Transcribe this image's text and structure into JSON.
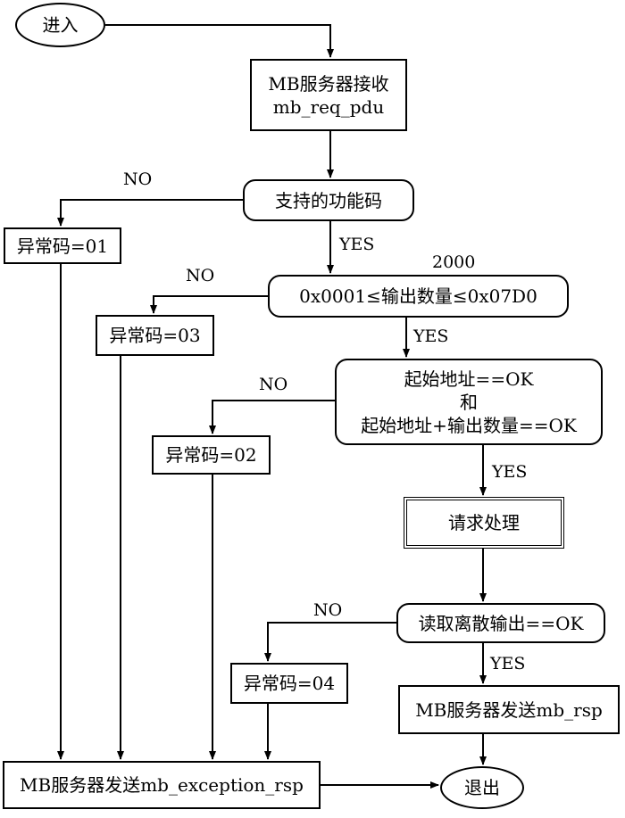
{
  "nodes": {
    "enter": "进入",
    "receive": {
      "line1": "MB服务器接收",
      "line2": "mb_req_pdu"
    },
    "supported": "支持的功能码",
    "err01": "异常码=01",
    "range_check": "0x0001≤输出数量≤0x07D0",
    "err03": "异常码=03",
    "addr_check": {
      "line1": "起始地址==OK",
      "line2": "和",
      "line3": "起始地址+输出数量==OK"
    },
    "err02": "异常码=02",
    "process": "请求处理",
    "read_check": "读取离散输出==OK",
    "err04": "异常码=04",
    "send_rsp": "MB服务器发送mb_rsp",
    "send_exc": "MB服务器发送mb_exception_rsp",
    "exit": "退出"
  },
  "labels": {
    "no1": "NO",
    "yes1": "YES",
    "value_2000": "2000",
    "no2": "NO",
    "yes2": "YES",
    "no3": "NO",
    "yes3": "YES",
    "no4": "NO",
    "yes4": "YES"
  }
}
